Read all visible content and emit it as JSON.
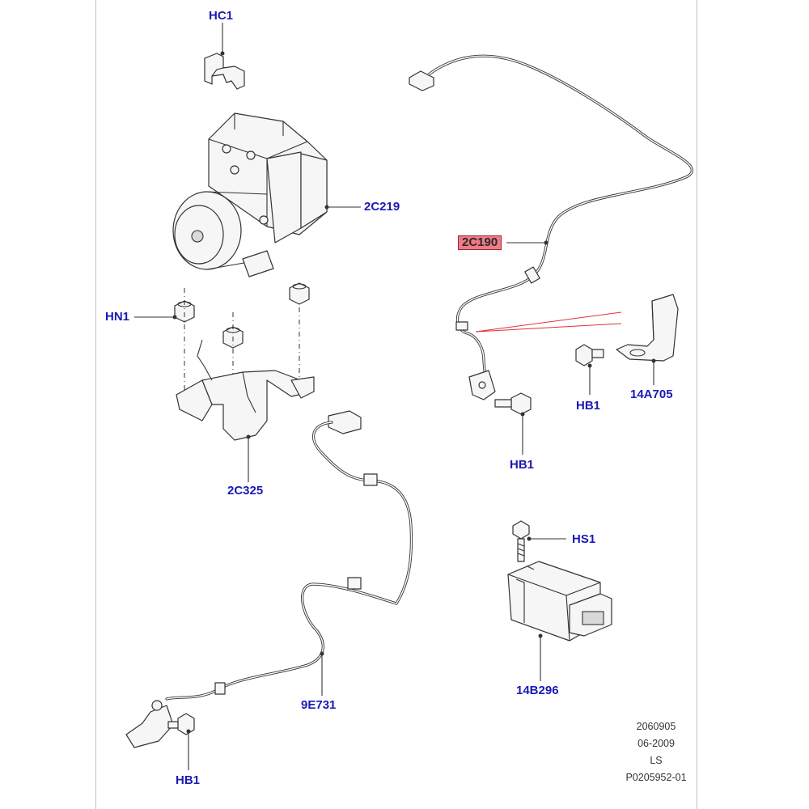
{
  "callouts": {
    "hc1": "HC1",
    "c2c219": "2C219",
    "c2c190": "2C190",
    "hn1": "HN1",
    "hb1_right": "HB1",
    "c14a705": "14A705",
    "hb1_mid": "HB1",
    "c2c325": "2C325",
    "hs1": "HS1",
    "c14b296": "14B296",
    "c9e731": "9E731",
    "hb1_bottom": "HB1"
  },
  "highlighted_part": "2C190",
  "colors": {
    "callout_text": "#1a1ab4",
    "highlight_fill": "#f07a86",
    "aux_lines": "#e0303c"
  },
  "footer": {
    "line1": "2060905",
    "line2": "06-2009",
    "line3": "LS",
    "line4": "P0205952-01"
  }
}
